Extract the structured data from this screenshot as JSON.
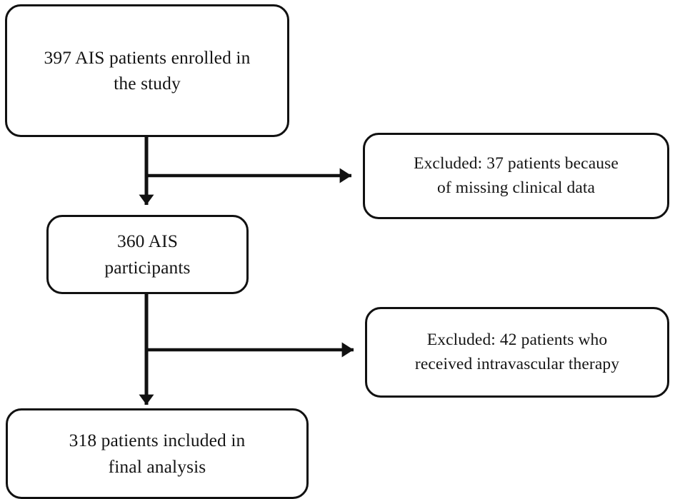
{
  "diagram": {
    "type": "study-participant-flow-chart",
    "background_color": "#ffffff",
    "line_color": "#111111",
    "text_color": "#151515",
    "nodes": [
      {
        "id": "enrolled",
        "name": "enrolled-box",
        "text": "397 AIS patients enrolled in\nthe study",
        "count": 397,
        "shape": "rounded-rectangle"
      },
      {
        "id": "excluded_1",
        "name": "excluded-missing-data-box",
        "text": "Excluded: 37 patients because\nof missing clinical data",
        "count": 37,
        "shape": "rounded-rectangle"
      },
      {
        "id": "participants",
        "name": "participants-box",
        "text": "360 AIS\nparticipants",
        "count": 360,
        "shape": "rounded-rectangle"
      },
      {
        "id": "excluded_2",
        "name": "excluded-intravascular-box",
        "text": "Excluded: 42 patients who\nreceived intravascular therapy",
        "count": 42,
        "shape": "rounded-rectangle"
      },
      {
        "id": "final",
        "name": "final-analysis-box",
        "text": "318 patients included in\nfinal analysis",
        "count": 318,
        "shape": "rounded-rectangle"
      }
    ],
    "connectors": [
      {
        "id": "trunk_1",
        "from": "enrolled",
        "to": "participants",
        "direction": "down",
        "arrowhead": "solid-triangle"
      },
      {
        "id": "branch_1",
        "from": "trunk_1",
        "to": "excluded_1",
        "direction": "right",
        "arrowhead": "solid-triangle"
      },
      {
        "id": "trunk_2",
        "from": "participants",
        "to": "final",
        "direction": "down",
        "arrowhead": "solid-triangle"
      },
      {
        "id": "branch_2",
        "from": "trunk_2",
        "to": "excluded_2",
        "direction": "right",
        "arrowhead": "solid-triangle"
      }
    ]
  }
}
